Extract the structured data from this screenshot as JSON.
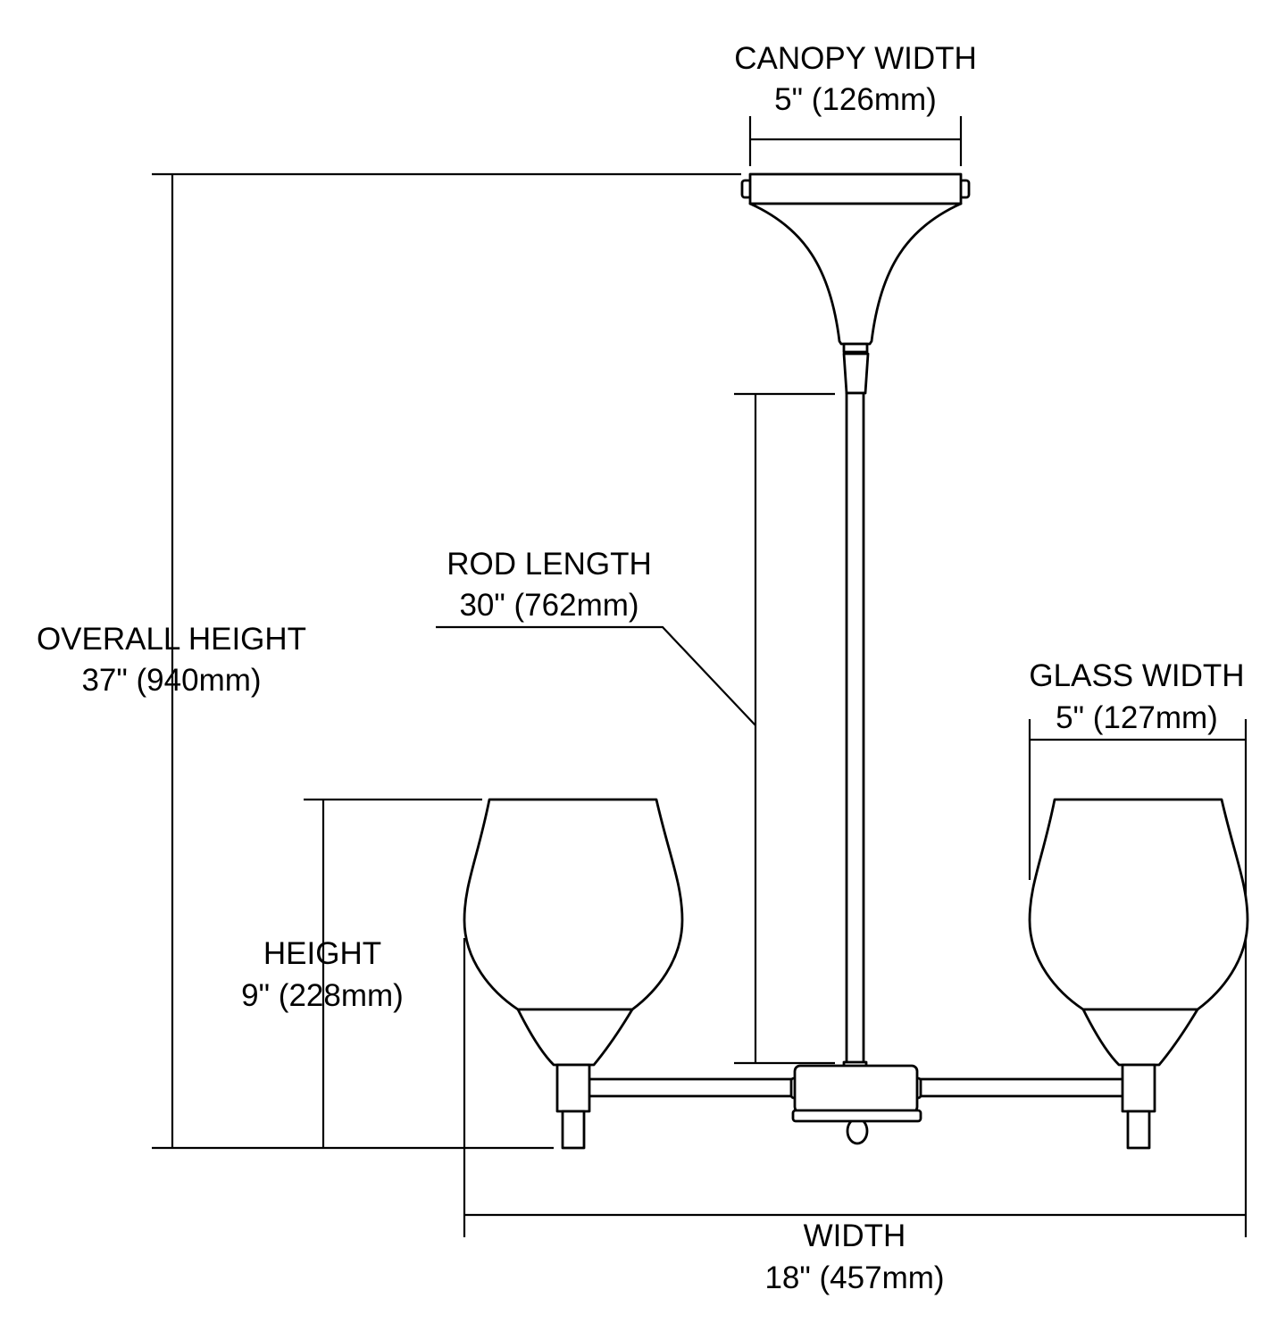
{
  "labels": {
    "canopy_width": {
      "title": "CANOPY WIDTH",
      "value": "5\" (126mm)"
    },
    "rod_length": {
      "title": "ROD LENGTH",
      "value": "30\" (762mm)"
    },
    "overall_height": {
      "title": "OVERALL HEIGHT",
      "value": "37\" (940mm)"
    },
    "glass_width": {
      "title": "GLASS WIDTH",
      "value": "5\" (127mm)"
    },
    "height": {
      "title": "HEIGHT",
      "value": "9\" (228mm)"
    },
    "width": {
      "title": "WIDTH",
      "value": "18\" (457mm)"
    }
  }
}
